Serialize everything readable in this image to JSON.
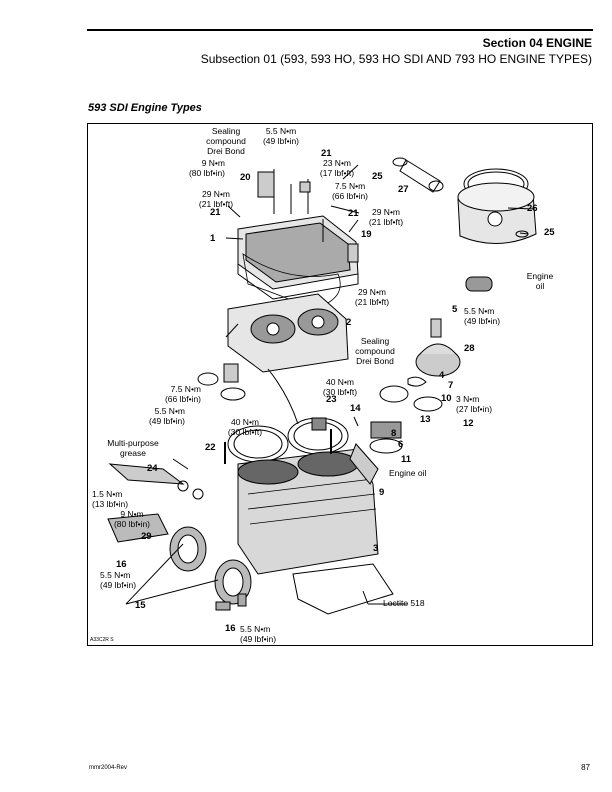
{
  "header": {
    "section": "Section 04 ENGINE",
    "subsection": "Subsection 01 (593, 593 HO, 593 HO SDI AND 793 HO ENGINE TYPES)"
  },
  "figure": {
    "title": "593 SDI Engine Types",
    "code": "A33C2R S",
    "callouts": {
      "sealing1": "Sealing\ncompound\nDrei Bond",
      "torque_top": "5.5 N•m\n(49 lbf•in)",
      "t9nm": "9 N•m\n(80 lbf•in)",
      "t23nm": "23 N•m\n(17 lbf•ft)",
      "t75a": "7.5 N•m\n(66 lbf•in)",
      "t29a": "29 N•m\n(21 lbf•ft)",
      "t29b": "29 N•m\n(21 lbf•ft)",
      "t29c": "29 N•m\n(21 lbf•ft)",
      "engine_oil1": "Engine\noil",
      "t55b": "5.5 N•m\n(49 lbf•in)",
      "sealing2": "Sealing\ncompound\nDrei Bond",
      "t75b": "7.5 N•m\n(66 lbf•in)",
      "t40a": "40 N•m\n(30 lbf•ft)",
      "t55c": "5.5 N•m\n(49 lbf•in)",
      "t40b": "40 N•m\n(30 lbf•ft)",
      "t3nm": "3 N•m\n(27 lbf•in)",
      "grease": "Multi-purpose\ngrease",
      "engine_oil2": "Engine oil",
      "t15nm": "1.5 N•m\n(13 lbf•in)",
      "t9nm2": "9 N•m\n(80 lbf•in)",
      "t55d": "5.5 N•m\n(49 lbf•in)",
      "loctite": "Loctite 518",
      "t55e": "5.5 N•m\n(49 lbf•in)"
    },
    "parts": [
      "1",
      "2",
      "3",
      "4",
      "5",
      "6",
      "7",
      "8",
      "9",
      "10",
      "11",
      "12",
      "13",
      "14",
      "15",
      "16",
      "16",
      "19",
      "20",
      "21",
      "21",
      "21",
      "22",
      "23",
      "24",
      "25",
      "25",
      "26",
      "27",
      "28",
      "29"
    ]
  },
  "footer": {
    "left": "mmr2004-Rev",
    "page": "87"
  }
}
